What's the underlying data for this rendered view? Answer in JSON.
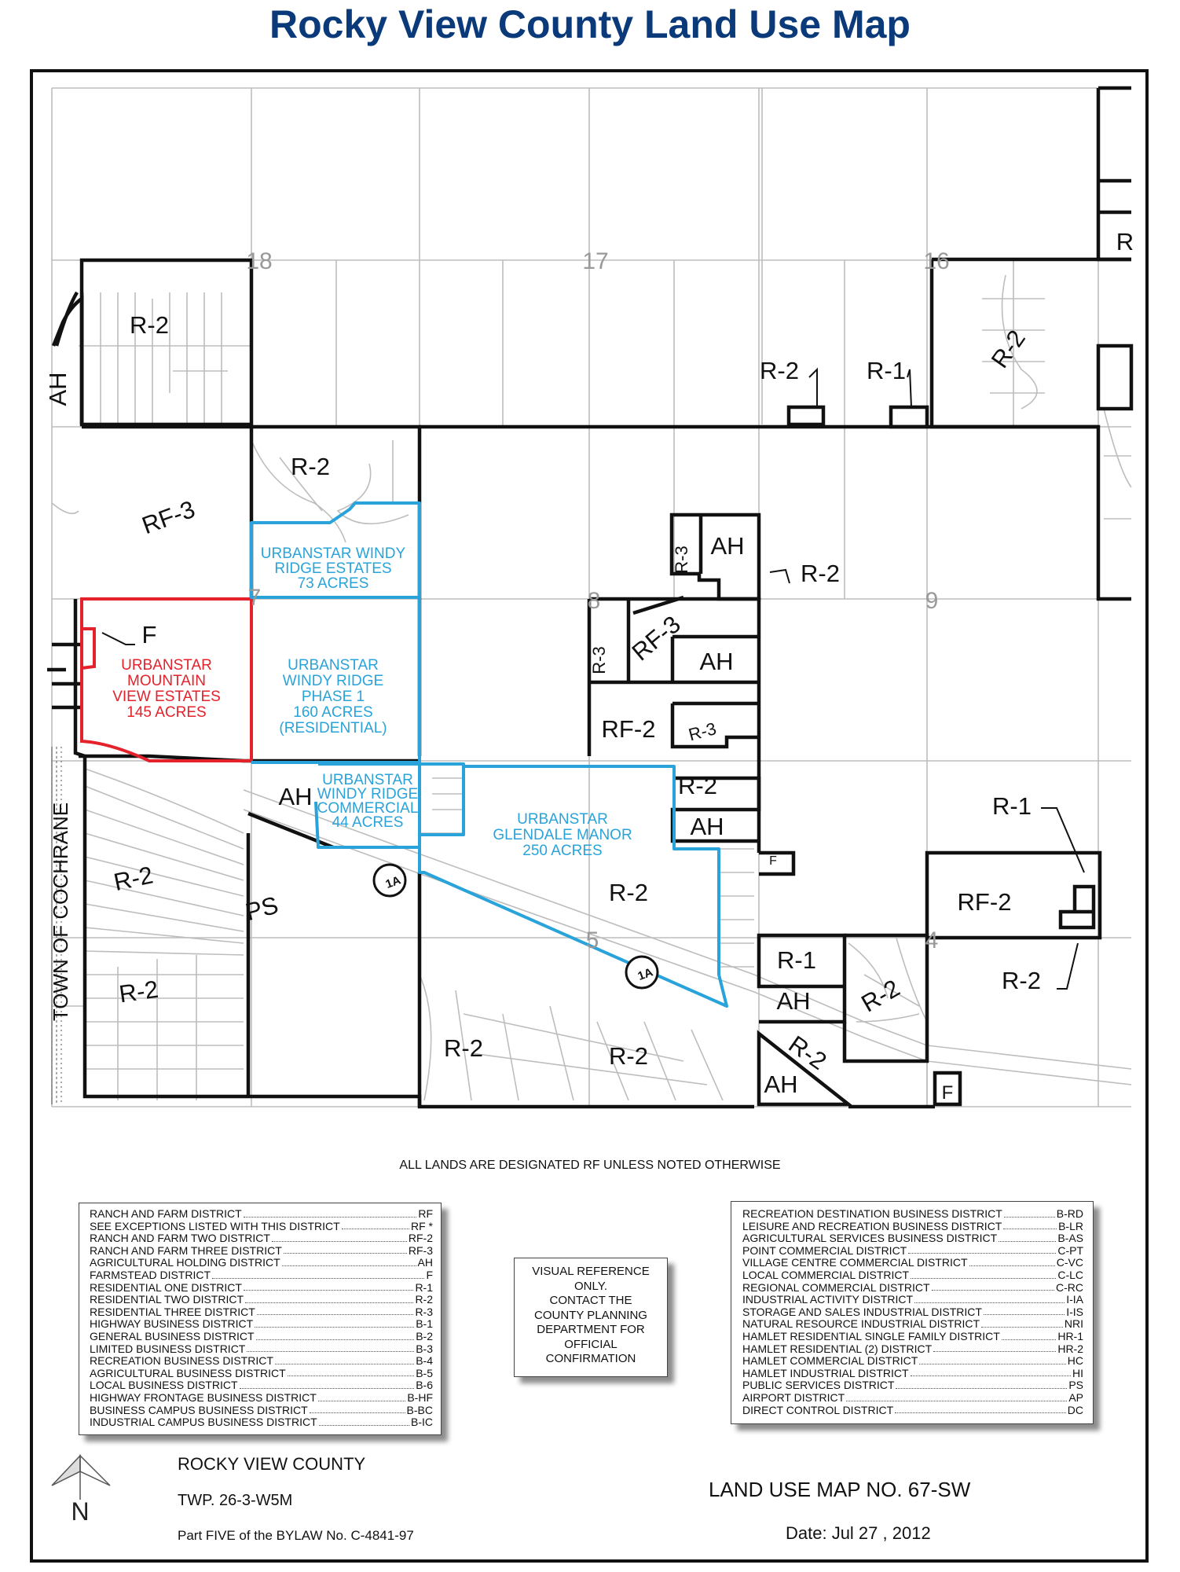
{
  "title": "Rocky View County Land Use Map",
  "section_numbers": [
    "18",
    "17",
    "16",
    "7",
    "8",
    "9",
    "5",
    "4"
  ],
  "zones": {
    "r2": "R-2",
    "r1": "R-1",
    "r3": "R-3",
    "ah": "AH",
    "rf3": "RF-3",
    "rf2": "RF-2",
    "f": "F",
    "ps": "PS"
  },
  "map_labels": {
    "town_of_cochrane": "TOWN OF COCHRANE",
    "highway": "1A",
    "edge_r": "R"
  },
  "developments": {
    "windy_ridge_estates": [
      "URBANSTAR WINDY",
      "RIDGE ESTATES",
      "73 ACRES"
    ],
    "mountain_view": [
      "URBANSTAR",
      "MOUNTAIN",
      "VIEW ESTATES",
      "145 ACRES"
    ],
    "windy_ridge_phase1": [
      "URBANSTAR",
      "WINDY RIDGE",
      "PHASE 1",
      "160 ACRES",
      "(RESIDENTIAL)"
    ],
    "windy_ridge_commercial": [
      "URBANSTAR",
      "WINDY RIDGE",
      "COMMERCIAL",
      "44 ACRES"
    ],
    "glendale_manor": [
      "URBANSTAR",
      "GLENDALE MANOR",
      "250 ACRES"
    ]
  },
  "note": "ALL LANDS ARE DESIGNATED RF UNLESS NOTED OTHERWISE",
  "legend_left": [
    {
      "name": "RANCH AND FARM DISTRICT",
      "code": "RF"
    },
    {
      "name": "SEE EXCEPTIONS LISTED WITH THIS DISTRICT",
      "code": "RF *"
    },
    {
      "name": "RANCH AND FARM TWO DISTRICT",
      "code": "RF-2"
    },
    {
      "name": "RANCH AND FARM THREE DISTRICT",
      "code": "RF-3"
    },
    {
      "name": "AGRICULTURAL HOLDING DISTRICT",
      "code": "AH"
    },
    {
      "name": "FARMSTEAD DISTRICT",
      "code": "F"
    },
    {
      "name": "RESIDENTIAL ONE DISTRICT",
      "code": "R-1"
    },
    {
      "name": "RESIDENTIAL TWO DISTRICT",
      "code": "R-2"
    },
    {
      "name": "RESIDENTIAL THREE DISTRICT",
      "code": "R-3"
    },
    {
      "name": "HIGHWAY BUSINESS DISTRICT",
      "code": "B-1"
    },
    {
      "name": "GENERAL BUSINESS DISTRICT",
      "code": "B-2"
    },
    {
      "name": "LIMITED BUSINESS DISTRICT",
      "code": "B-3"
    },
    {
      "name": "RECREATION BUSINESS DISTRICT",
      "code": "B-4"
    },
    {
      "name": "AGRICULTURAL BUSINESS DISTRICT",
      "code": "B-5"
    },
    {
      "name": "LOCAL BUSINESS DISTRICT",
      "code": "B-6"
    },
    {
      "name": "HIGHWAY FRONTAGE BUSINESS DISTRICT",
      "code": "B-HF"
    },
    {
      "name": "BUSINESS CAMPUS BUSINESS DISTRICT",
      "code": "B-BC"
    },
    {
      "name": "INDUSTRIAL CAMPUS BUSINESS DISTRICT",
      "code": "B-IC"
    }
  ],
  "legend_right": [
    {
      "name": "RECREATION DESTINATION BUSINESS DISTRICT",
      "code": "B-RD"
    },
    {
      "name": "LEISURE AND RECREATION BUSINESS DISTRICT",
      "code": "B-LR"
    },
    {
      "name": "AGRICULTURAL SERVICES BUSINESS DISTRICT",
      "code": "B-AS"
    },
    {
      "name": "POINT COMMERCIAL DISTRICT",
      "code": "C-PT"
    },
    {
      "name": "VILLAGE CENTRE COMMERCIAL DISTRICT",
      "code": "C-VC"
    },
    {
      "name": "LOCAL COMMERCIAL DISTRICT",
      "code": "C-LC"
    },
    {
      "name": "REGIONAL COMMERCIAL DISTRICT",
      "code": "C-RC"
    },
    {
      "name": "INDUSTRIAL ACTIVITY DISTRICT",
      "code": "I-IA"
    },
    {
      "name": "STORAGE AND SALES INDUSTRIAL DISTRICT",
      "code": "I-IS"
    },
    {
      "name": "NATURAL RESOURCE INDUSTRIAL DISTRICT",
      "code": "NRI"
    },
    {
      "name": "HAMLET RESIDENTIAL SINGLE FAMILY DISTRICT",
      "code": "HR-1"
    },
    {
      "name": "HAMLET RESIDENTIAL (2) DISTRICT",
      "code": "HR-2"
    },
    {
      "name": "HAMLET COMMERCIAL DISTRICT",
      "code": "HC"
    },
    {
      "name": "HAMLET INDUSTRIAL DISTRICT",
      "code": "HI"
    },
    {
      "name": "PUBLIC SERVICES DISTRICT",
      "code": "PS"
    },
    {
      "name": "AIRPORT DISTRICT",
      "code": "AP"
    },
    {
      "name": "DIRECT CONTROL DISTRICT",
      "code": "DC"
    }
  ],
  "visual_reference": [
    "VISUAL REFERENCE",
    "ONLY.",
    "CONTACT THE",
    "COUNTY PLANNING",
    "DEPARTMENT FOR",
    "OFFICIAL",
    "CONFIRMATION"
  ],
  "footer": {
    "county": "ROCKY VIEW COUNTY",
    "township": "TWP. 26-3-W5M",
    "bylaw": "Part FIVE of the BYLAW No. C-4841-97",
    "map_no": "LAND USE MAP NO.  67-SW",
    "date": "Date: Jul 27 , 2012",
    "north": "N"
  },
  "colors": {
    "title": "#0b3a7a",
    "urbanstar_blue": "#29a3d9",
    "urbanstar_red": "#e3222b",
    "boundary": "#111111",
    "grid": "#bdbdbd"
  }
}
